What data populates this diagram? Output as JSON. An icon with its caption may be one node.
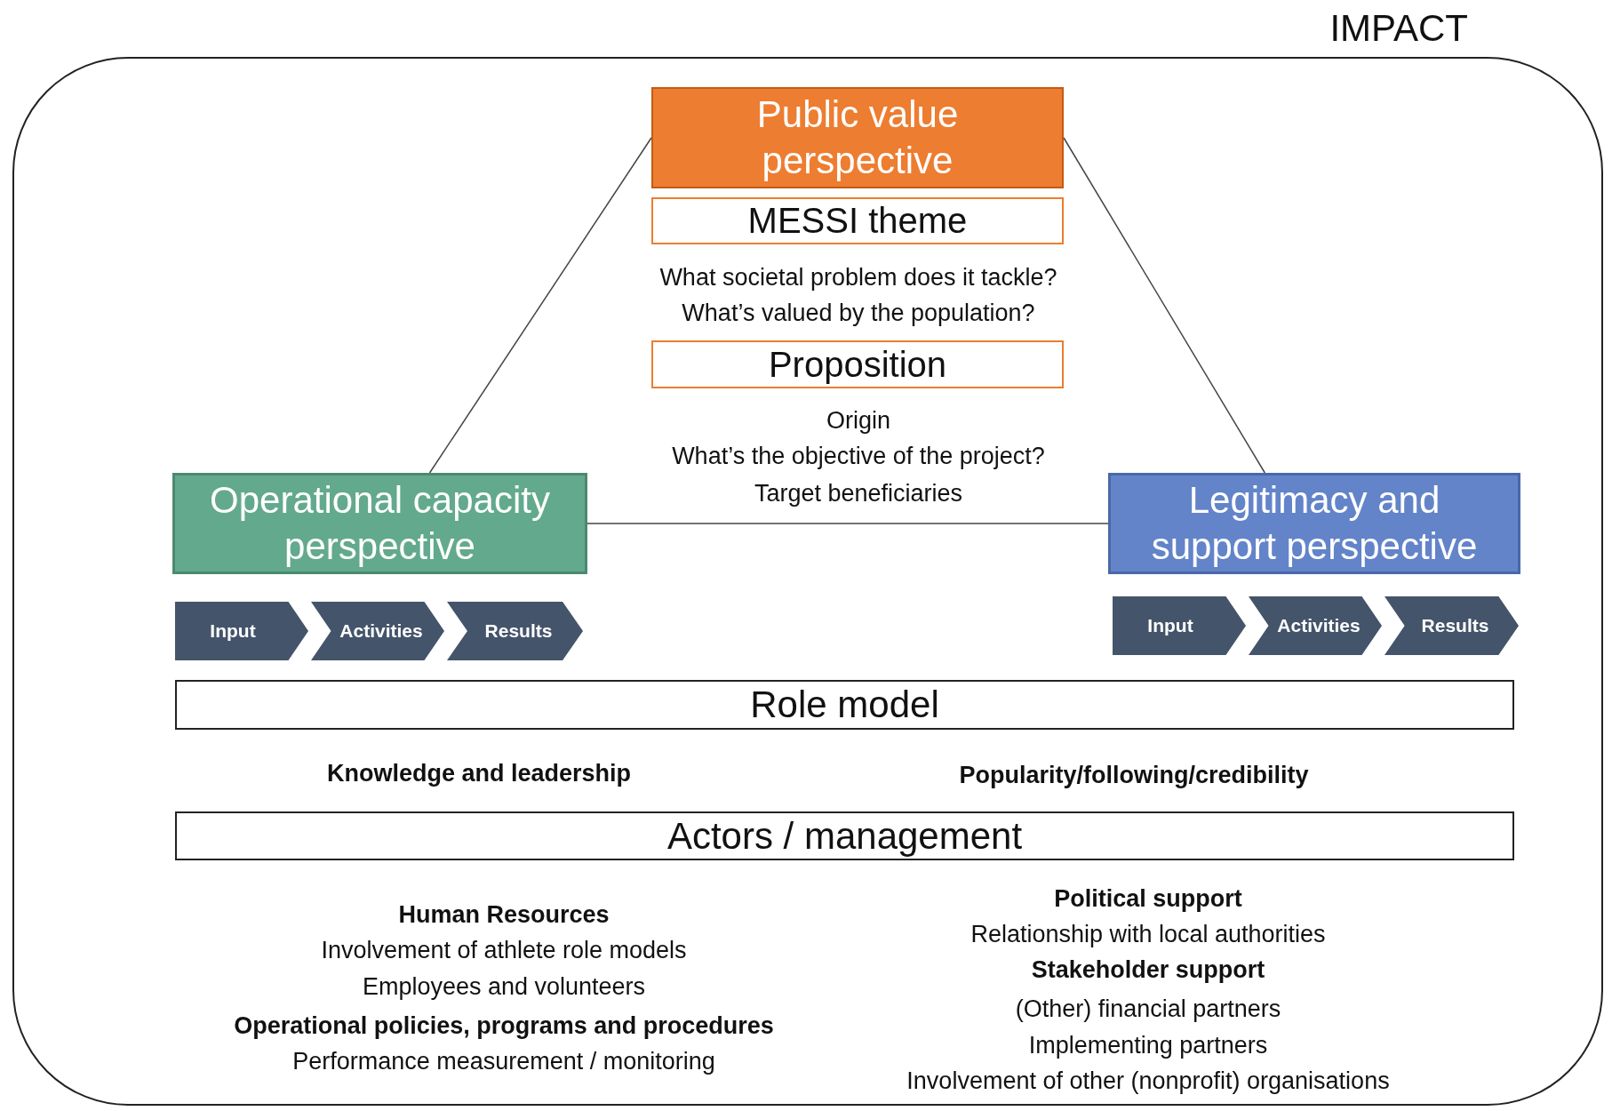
{
  "diagram": {
    "nodes": [
      {
        "text": [
          "IMPACT"
        ]
      },
      {
        "text": [
          "Public value perspective"
        ],
        "in": 0
      },
      {
        "text": [
          "MESSI theme"
        ],
        "in": 0
      },
      {
        "text": [
          "Proposition"
        ],
        "in": 0
      },
      {
        "text": [
          "Operational capacity perspective"
        ],
        "in": 0
      },
      {
        "text": [
          "Legitimacy and support perspective"
        ],
        "in": 0
      },
      {
        "text": [
          "Input"
        ],
        "in": 0
      },
      {
        "text": [
          "Activities"
        ],
        "in": 0
      },
      {
        "text": [
          "Results"
        ],
        "in": 0
      },
      {
        "text": [
          "Input"
        ],
        "in": 0
      },
      {
        "text": [
          "Activities"
        ],
        "in": 0
      },
      {
        "text": [
          "Results"
        ],
        "in": 0
      },
      {
        "text": [
          "Role model"
        ],
        "in": 0
      },
      {
        "text": [
          "Actors / management"
        ],
        "in": 0
      }
    ],
    "edges": [
      {
        "from": 1,
        "to": 4,
        "arrow": "none"
      },
      {
        "from": 1,
        "to": 5,
        "arrow": "none"
      },
      {
        "from": 4,
        "to": 5,
        "arrow": "none"
      }
    ],
    "labels": [
      "What societal problem does it tackle?",
      "What’s valued by the population?",
      "Origin",
      "What’s the objective of the project?",
      "Target beneficiaries",
      "Knowledge and leadership",
      "Popularity/following/credibility",
      "Human Resources",
      "Involvement of athlete role models",
      "Employees and volunteers",
      "Operational policies, programs and procedures",
      "Performance measurement / monitoring",
      "Political support",
      "Relationship with local authorities",
      "Stakeholder support",
      "(Other) financial partners",
      "Implementing partners",
      "Involvement of other (nonprofit) organisations"
    ]
  }
}
